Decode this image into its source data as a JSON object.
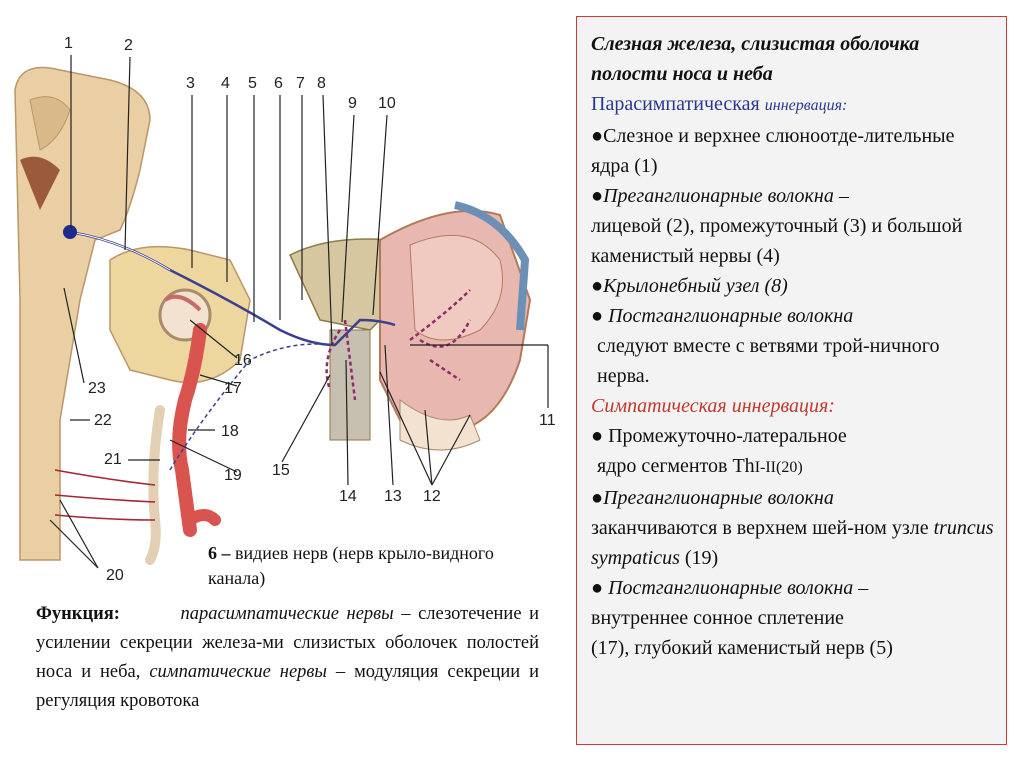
{
  "diagram": {
    "labels": [
      "1",
      "2",
      "3",
      "4",
      "5",
      "6",
      "7",
      "8",
      "9",
      "10",
      "11",
      "12",
      "13",
      "14",
      "15",
      "16",
      "17",
      "18",
      "19",
      "20",
      "21",
      "22",
      "23"
    ],
    "colors": {
      "bone": "#e9cfa3",
      "tissue": "#e8b8b0",
      "vessel": "#d9534f",
      "nerve": "#3a3f8f",
      "nucleus": "#1f2a8f"
    }
  },
  "caption": {
    "lead": "6 –",
    "text": " видиев нерв (нерв крыло-видного канала)"
  },
  "function_block": {
    "label": "Функция:",
    "part1": "парасимпатические нервы",
    "part2": " – слезотечение и усилении секреции железа-ми слизистых оболочек полостей носа и неба, ",
    "part3": "симпатические нервы",
    "part4": " – модуляция секреции и регуляция кровотока"
  },
  "panel": {
    "title": "Слезная железа, слизистая оболочка полости носа и неба",
    "para_head": "Парасимпатическая",
    "para_head_small": "иннервация:",
    "b1": "●Слезное и верхнее слюноотде-лительные ядра (1)",
    "b2a": "●Преганглионарные волокна –",
    "b2b": "лицевой (2), промежуточный (3) и большой каменистый нервы (4)",
    "b3": "●Крылонебный узел (8)",
    "b4a": "● Постганглионарные волокна",
    "b4b": "следуют вместе с ветвями трой-ничного нерва.",
    "symp_head": "Симпатическая иннервация:",
    "s1a": "● Промежуточно-латеральное",
    "s1b": "ядро сегментов Th",
    "s1c": "I-II",
    "s1d": "(20)",
    "s2a": "●Преганглионарные волокна",
    "s2b": "заканчиваются в верхнем шей-ном узле ",
    "s2c": "truncus sympaticus",
    "s2d": " (19)",
    "s3a": "● Постганглионарные волокна –",
    "s3b": "внутреннее сонное сплетение",
    "s3c": "(17), ",
    "s3d": "глубокий",
    "s3e": " каменистый нерв (5)"
  }
}
